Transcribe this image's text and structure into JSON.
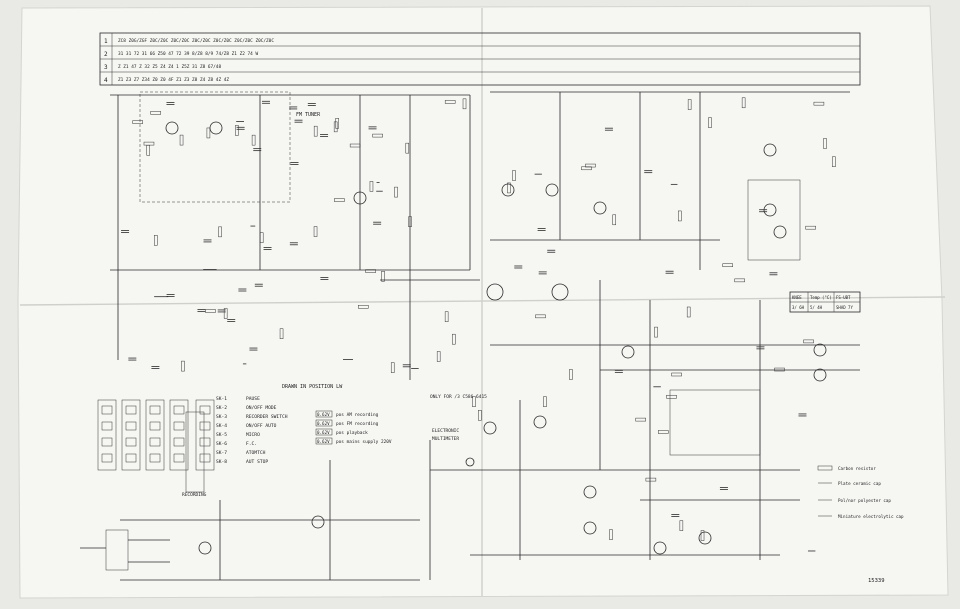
{
  "header_rows": [
    "ZC8 Z0G/ZGF Z0C/Z0C Z0C/Z0C Z0C/Z0C Z0C/Z0C Z0C/Z0C Z0C/Z0C",
    "31 31 72 31 66 Z50 47 72 39 8/Z8  8/9 74/Z8  Z1 Z2  74 W",
    "Z  Z1  47 Z  32  Z5 Z4  Z4  1  Z5Z  31  Z8  67/48",
    "Z1  Z3 Z7  Z34  Z0 Z0 4F  Z1 Z3  Z8 Z4  Z8 4Z  4Z"
  ],
  "labels": {
    "fm_tuner": "FM TUNER",
    "drawn_in": "DRAWN IN POSITION LW",
    "only_for": "ONLY FOR /3 C586 6415",
    "electronic": "ELECTRONIC",
    "multimeter": "MULTIMETER",
    "recording": "RECORDING",
    "sheet_no": "15339"
  },
  "switch_functions": [
    {
      "code": "SK-1",
      "name": "PAUSE"
    },
    {
      "code": "SK-2",
      "name": "ON/OFF MODE"
    },
    {
      "code": "SK-3",
      "name": "RECORDER SWITCH"
    },
    {
      "code": "SK-4",
      "name": "ON/OFF AUTO"
    },
    {
      "code": "SK-5",
      "name": "MICRO"
    },
    {
      "code": "SK-6",
      "name": "F.C."
    },
    {
      "code": "SK-7",
      "name": "ATOMTCH"
    },
    {
      "code": "SK-8",
      "name": "AUT STOP"
    }
  ],
  "voltage_notes": [
    {
      "tag": "0.62V",
      "text": "pos AM recording"
    },
    {
      "tag": "0.62V",
      "text": "pos FM recording"
    },
    {
      "tag": "0.62V",
      "text": "pos playback"
    },
    {
      "tag": "0.62V",
      "text": "pos mains supply 220V"
    }
  ],
  "legend": [
    "Carbon resistor",
    "Plate ceramic cap",
    "Pol/nor polyester cap",
    "Miniature electrolytic cap"
  ],
  "table": {
    "headers": [
      "KNEE",
      "Temp (°C)",
      "FS-UBT"
    ],
    "row": [
      "3/  6H",
      "5/ 4H",
      "SHAD  7Y"
    ]
  }
}
